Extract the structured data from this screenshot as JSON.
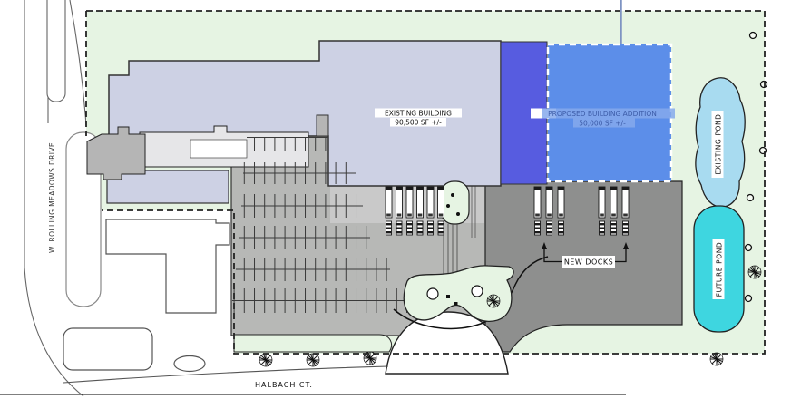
{
  "labels": {
    "existing_building_line1": "EXISTING BUILDING",
    "existing_building_line2": "90,500 SF +/-",
    "proposed_addition_line1": "PROPOSED BUILDING ADDITION",
    "proposed_addition_line2": "50,000 SF +/-",
    "existing_pond": "EXISTING POND",
    "future_pond": "FUTURE POND",
    "new_docks": "NEW DOCKS",
    "street_west": "W. ROLLING MEADOWS DRIVE",
    "street_south": "HALBACH CT."
  },
  "colors": {
    "site_green": "#e6f4e3",
    "building_fill": "#cdd1e4",
    "addition_solid": "#575ce0",
    "addition_proposed": "#5c8ee9",
    "pond_existing": "#a8dbf0",
    "pond_future": "#3ed6e0",
    "parking_gray": "#b7b8b6",
    "court_gray": "#8e8f8e",
    "apron_gray": "#c9c9c9",
    "leader_blue": "#7e93c2",
    "label_blue": "#3d5ca8",
    "addition_label_bg": "#85a9ec"
  }
}
